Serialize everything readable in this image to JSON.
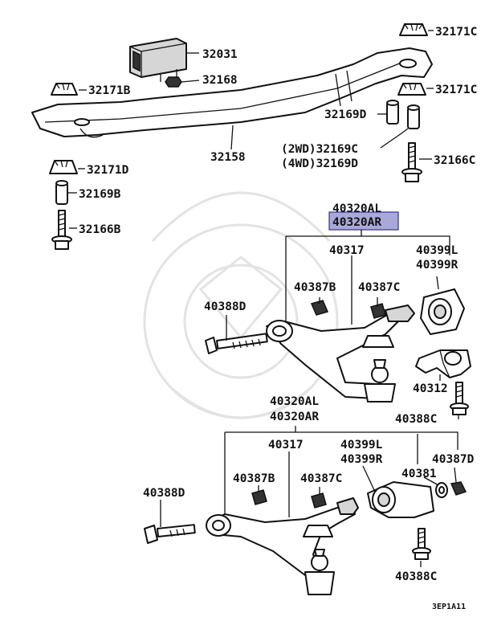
{
  "diagram": {
    "code": "3EP1A11",
    "highlight_color": "#a9a9d9",
    "labels": {
      "p32171C_top": "32171C",
      "p32031": "32031",
      "p32168": "32168",
      "p32171B": "32171B",
      "p32171C_mid": "32171C",
      "p32169D": "32169D",
      "p32169C_2wd": "(2WD)32169C",
      "p32169D_4wd": "(4WD)32169D",
      "p32166C": "32166C",
      "p32158": "32158",
      "p32171D": "32171D",
      "p32169B": "32169B",
      "p32166B": "32166B",
      "p40320AL_a": "40320AL",
      "p40320AR_a": "40320AR",
      "p40317_a": "40317",
      "p40399L_a": "40399L",
      "p40399R_a": "40399R",
      "p40387B_a": "40387B",
      "p40387C_a": "40387C",
      "p40388D_a": "40388D",
      "p40312": "40312",
      "p40388C_a": "40388C",
      "p40320AL_b": "40320AL",
      "p40320AR_b": "40320AR",
      "p40317_b": "40317",
      "p40399L_b": "40399L",
      "p40399R_b": "40399R",
      "p40387D": "40387D",
      "p40381": "40381",
      "p40387B_b": "40387B",
      "p40387C_b": "40387C",
      "p40388D_b": "40388D",
      "p40388C_b": "40388C"
    }
  }
}
